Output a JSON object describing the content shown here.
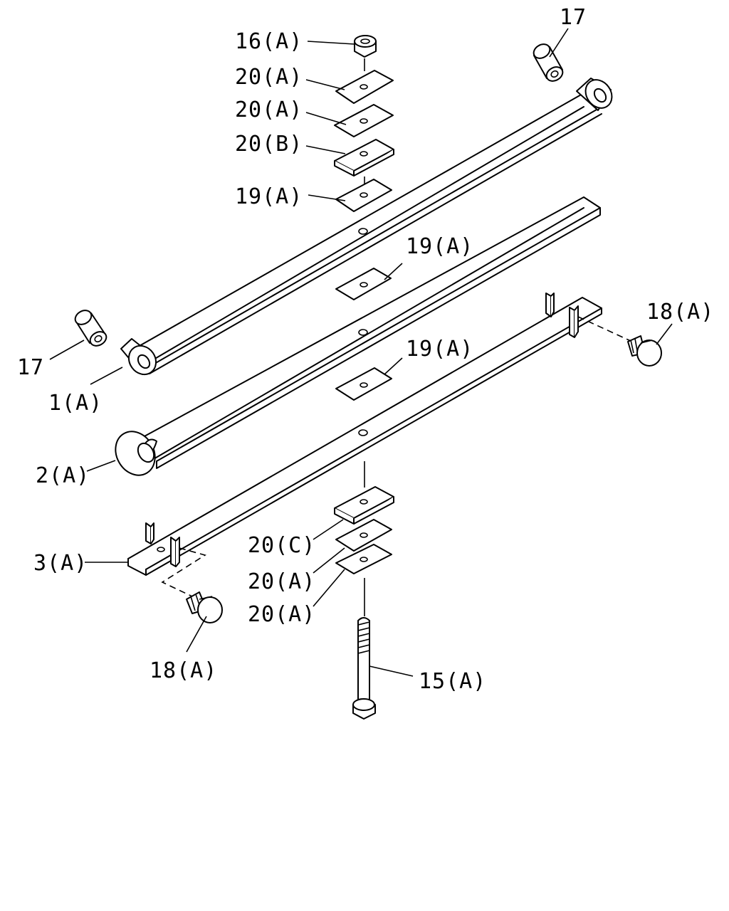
{
  "callouts": {
    "c16a": "16(A)",
    "c20a_1": "20(A)",
    "c20a_2": "20(A)",
    "c20b": "20(B)",
    "c19a_1": "19(A)",
    "c17_top": "17",
    "c19a_2": "19(A)",
    "c19a_3": "19(A)",
    "c18a_right": "18(A)",
    "c17_left": "17",
    "c1a": "1(A)",
    "c2a": "2(A)",
    "c3a": "3(A)",
    "c20c": "20(C)",
    "c20a_3": "20(A)",
    "c20a_4": "20(A)",
    "c18a_left": "18(A)",
    "c15a": "15(A)"
  }
}
